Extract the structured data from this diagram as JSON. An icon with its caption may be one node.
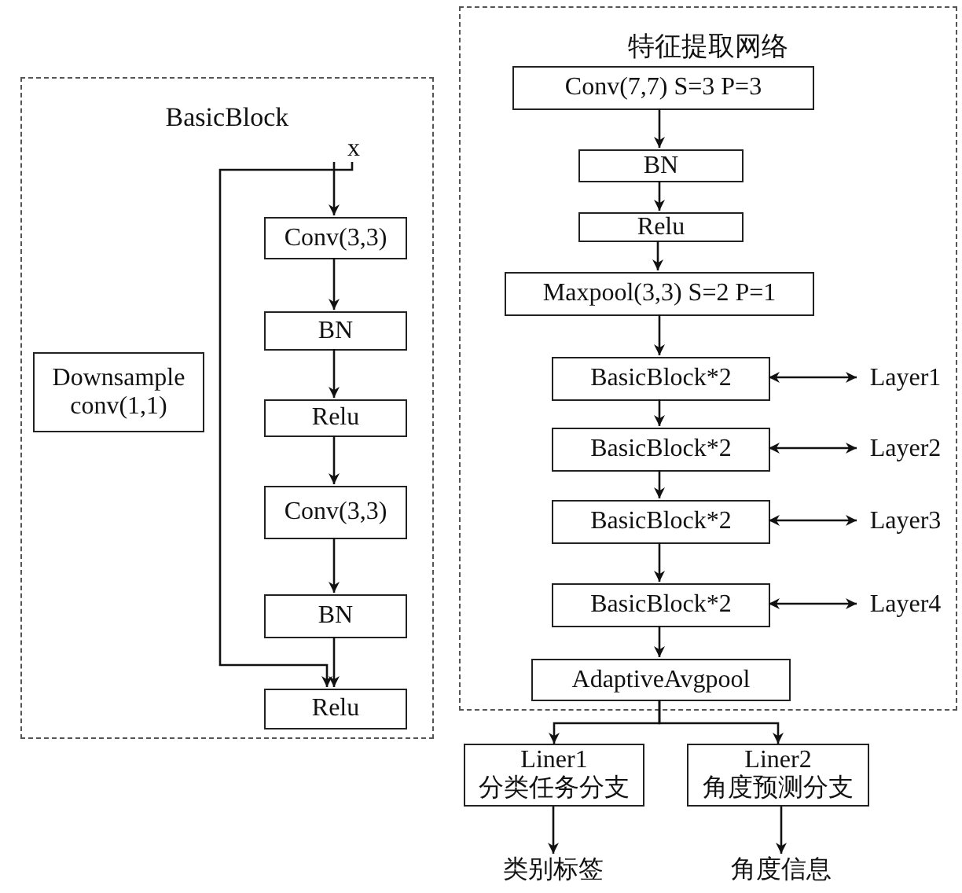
{
  "diagram": {
    "nodes": [
      {
        "text": [
          "BasicBlock"
        ]
      },
      {
        "text": [
          "x"
        ],
        "in": 0
      },
      {
        "text": [
          "Downsample conv(1,1)"
        ],
        "in": 0
      },
      {
        "text": [
          "Conv(3,3)"
        ],
        "in": 0
      },
      {
        "text": [
          "BN"
        ],
        "in": 0
      },
      {
        "text": [
          "Relu"
        ],
        "in": 0
      },
      {
        "text": [
          "Conv(3,3)"
        ],
        "in": 0
      },
      {
        "text": [
          "BN"
        ],
        "in": 0
      },
      {
        "text": [
          "Relu"
        ],
        "in": 0
      },
      {
        "text": [
          "特征提取网络"
        ]
      },
      {
        "text": [
          "Conv(7,7) S=3 P=3"
        ],
        "in": 9
      },
      {
        "text": [
          "BN"
        ],
        "in": 9
      },
      {
        "text": [
          "Relu"
        ],
        "in": 9
      },
      {
        "text": [
          "Maxpool(3,3) S=2 P=1"
        ],
        "in": 9
      },
      {
        "text": [
          "BasicBlock*2"
        ],
        "in": 9
      },
      {
        "text": [
          "BasicBlock*2"
        ],
        "in": 9
      },
      {
        "text": [
          "BasicBlock*2"
        ],
        "in": 9
      },
      {
        "text": [
          "BasicBlock*2"
        ],
        "in": 9
      },
      {
        "text": [
          "AdaptiveAvgpool"
        ],
        "in": 9
      },
      {
        "text": [
          "Layer1"
        ],
        "in": 9
      },
      {
        "text": [
          "Layer2"
        ],
        "in": 9
      },
      {
        "text": [
          "Layer3"
        ],
        "in": 9
      },
      {
        "text": [
          "Layer4"
        ],
        "in": 9
      },
      {
        "text": [
          "Liner1",
          "分类任务分支"
        ]
      },
      {
        "text": [
          "Liner2",
          "角度预测分支"
        ]
      },
      {
        "text": [
          "类别标签"
        ]
      },
      {
        "text": [
          "角度信息"
        ]
      }
    ],
    "edges": [
      {
        "from": 1,
        "to": 3,
        "arrow": "to"
      },
      {
        "from": 3,
        "to": 4,
        "arrow": "to"
      },
      {
        "from": 4,
        "to": 5,
        "arrow": "to"
      },
      {
        "from": 5,
        "to": 6,
        "arrow": "to"
      },
      {
        "from": 6,
        "to": 7,
        "arrow": "to"
      },
      {
        "from": 7,
        "to": 8,
        "arrow": "to"
      },
      {
        "from": 1,
        "to": 8,
        "arrow": "to"
      },
      {
        "from": 10,
        "to": 11,
        "arrow": "to"
      },
      {
        "from": 11,
        "to": 12,
        "arrow": "to"
      },
      {
        "from": 12,
        "to": 13,
        "arrow": "to"
      },
      {
        "from": 13,
        "to": 14,
        "arrow": "to"
      },
      {
        "from": 14,
        "to": 15,
        "arrow": "to"
      },
      {
        "from": 15,
        "to": 16,
        "arrow": "to"
      },
      {
        "from": 16,
        "to": 17,
        "arrow": "to"
      },
      {
        "from": 17,
        "to": 18,
        "arrow": "to"
      },
      {
        "from": 14,
        "to": 19,
        "arrow": "both"
      },
      {
        "from": 15,
        "to": 20,
        "arrow": "both"
      },
      {
        "from": 16,
        "to": 21,
        "arrow": "both"
      },
      {
        "from": 17,
        "to": 22,
        "arrow": "both"
      },
      {
        "from": 18,
        "to": 23,
        "arrow": "to"
      },
      {
        "from": 18,
        "to": 24,
        "arrow": "to"
      },
      {
        "from": 23,
        "to": 25,
        "arrow": "to"
      },
      {
        "from": 24,
        "to": 26,
        "arrow": "to"
      }
    ]
  }
}
